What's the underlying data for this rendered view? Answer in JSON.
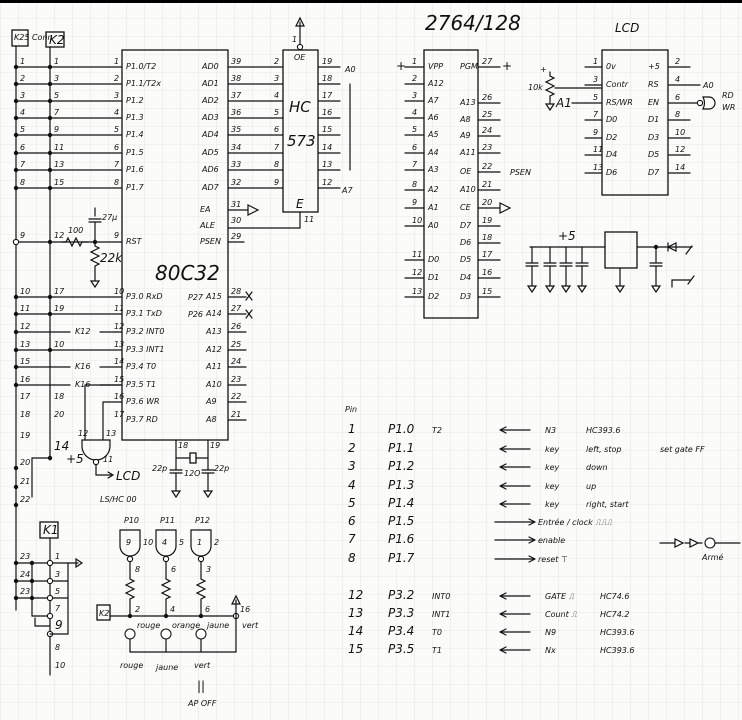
{
  "connectors": {
    "k25": "K25 Conn",
    "k2": "K2",
    "k1": "K1",
    "k2_bottom": "K2"
  },
  "conn_upper": {
    "col1": [
      "1",
      "2",
      "3",
      "4",
      "5",
      "6",
      "7",
      "8"
    ],
    "col2": [
      "1",
      "3",
      "5",
      "7",
      "9",
      "11",
      "13",
      "15"
    ]
  },
  "conn_lower": {
    "col1": [
      "9",
      "10",
      "11",
      "12",
      "13",
      "15",
      "16",
      "17",
      "18",
      "19",
      "20",
      "21",
      "22"
    ],
    "col2": [
      "12",
      "17",
      "19",
      "10",
      "18",
      "20",
      "14"
    ],
    "keys": [
      "K12",
      "K16",
      "K16"
    ]
  },
  "mcu": {
    "title": "80C32",
    "p1_labels": [
      "P1.0/T2",
      "P1.1/T2x",
      "P1.2",
      "P1.3",
      "P1.4",
      "P1.5",
      "P1.6",
      "P1.7"
    ],
    "p1_nums": [
      "1",
      "2",
      "3",
      "4",
      "5",
      "6",
      "7",
      "8"
    ],
    "rst": {
      "num": "9",
      "label": "RST"
    },
    "p3_labels": [
      "P3.0 RxD",
      "P3.1 TxD",
      "P3.2 INT0",
      "P3.3 INT1",
      "P3.4 T0",
      "P3.5 T1",
      "P3.6 WR",
      "P3.7 RD"
    ],
    "p3_nums": [
      "10",
      "11",
      "12",
      "13",
      "14",
      "15",
      "16",
      "17"
    ],
    "ad_labels": [
      "AD0",
      "AD1",
      "AD2",
      "AD3",
      "AD4",
      "AD5",
      "AD6",
      "AD7"
    ],
    "ad_nums": [
      "39",
      "38",
      "37",
      "36",
      "35",
      "34",
      "33",
      "32"
    ],
    "ea": {
      "label": "EA",
      "num": "31"
    },
    "ale": {
      "label": "ALE",
      "num": "30"
    },
    "psen": {
      "label": "PSEN",
      "num": "29"
    },
    "a_labels": [
      "A15",
      "A14",
      "A13",
      "A12",
      "A11",
      "A10",
      "A9",
      "A8"
    ],
    "a_nums": [
      "28",
      "27",
      "26",
      "25",
      "24",
      "23",
      "22",
      "21"
    ],
    "port_labels": [
      "P27",
      "P26"
    ]
  },
  "reset": {
    "r1": "100",
    "cap": "27µ",
    "r2": "22k",
    "vcc": "+5"
  },
  "gate": {
    "in1": "12",
    "in2": "13",
    "out": "11",
    "dest": "LCD",
    "part": "LS/HC 00"
  },
  "crystal": {
    "pin1": "18",
    "pin2": "19",
    "c1": "22p",
    "xtal": "12O",
    "c2": "22p"
  },
  "latch": {
    "title1": "HC",
    "title2": "573",
    "in_nums": [
      "2",
      "3",
      "4",
      "5",
      "6",
      "7",
      "8",
      "9"
    ],
    "out_nums": [
      "19",
      "18",
      "17",
      "16",
      "15",
      "14",
      "13",
      "12"
    ],
    "oe": "OE",
    "oe_num": "1",
    "e": "E",
    "e_num": "11",
    "a0": "A0",
    "a7": "A7"
  },
  "eprom": {
    "title": "2764/128",
    "left": [
      {
        "n": "1",
        "l": "VPP"
      },
      {
        "n": "2",
        "l": "A12"
      },
      {
        "n": "3",
        "l": "A7"
      },
      {
        "n": "4",
        "l": "A6"
      },
      {
        "n": "5",
        "l": "A5"
      },
      {
        "n": "6",
        "l": "A4"
      },
      {
        "n": "7",
        "l": "A3"
      },
      {
        "n": "8",
        "l": "A2"
      },
      {
        "n": "9",
        "l": "A1"
      },
      {
        "n": "10",
        "l": "A0"
      },
      {
        "n": "11",
        "l": "D0"
      },
      {
        "n": "12",
        "l": "D1"
      },
      {
        "n": "13",
        "l": "D2"
      }
    ],
    "right": [
      {
        "n": "27",
        "l": "PGM"
      },
      {
        "n": "26",
        "l": "A13"
      },
      {
        "n": "25",
        "l": "A8"
      },
      {
        "n": "24",
        "l": "A9"
      },
      {
        "n": "23",
        "l": "A11"
      },
      {
        "n": "22",
        "l": "OE"
      },
      {
        "n": "21",
        "l": "A10"
      },
      {
        "n": "20",
        "l": "CE"
      },
      {
        "n": "19",
        "l": "D7"
      },
      {
        "n": "18",
        "l": "D6"
      },
      {
        "n": "17",
        "l": "D5"
      },
      {
        "n": "16",
        "l": "D4"
      },
      {
        "n": "15",
        "l": "D3"
      }
    ],
    "vpp_plus": "+",
    "pgm_plus": "+",
    "oe_signal": "PSEN"
  },
  "lcd": {
    "title": "LCD",
    "left": [
      {
        "n": "1",
        "l": "0v"
      },
      {
        "n": "3",
        "l": "Contr"
      },
      {
        "n": "5",
        "l": "RS/WR"
      },
      {
        "n": "7",
        "l": "D0"
      },
      {
        "n": "9",
        "l": "D2"
      },
      {
        "n": "11",
        "l": "D4"
      },
      {
        "n": "13",
        "l": "D6"
      }
    ],
    "right": [
      {
        "n": "2",
        "l": "+5"
      },
      {
        "n": "4",
        "l": "RS"
      },
      {
        "n": "6",
        "l": "EN"
      },
      {
        "n": "8",
        "l": "D1"
      },
      {
        "n": "10",
        "l": "D3"
      },
      {
        "n": "12",
        "l": "D5"
      },
      {
        "n": "14",
        "l": "D7"
      }
    ],
    "pot": "10k",
    "pot_plus": "+",
    "a1": "A1",
    "a0": "A0",
    "rd": "RD",
    "wr": "WR"
  },
  "psu": {
    "vcc": "+5"
  },
  "pin_table": {
    "header": "Pin",
    "rows": [
      {
        "pin": "1",
        "port": "P1.0",
        "alt": "T2",
        "dir": "in",
        "sig": "N3",
        "info": "HC393.6",
        "extra": ""
      },
      {
        "pin": "2",
        "port": "P1.1",
        "alt": "",
        "dir": "in",
        "sig": "key",
        "info": "left, stop",
        "extra": "set gate FF"
      },
      {
        "pin": "3",
        "port": "P1.2",
        "alt": "",
        "dir": "in",
        "sig": "key",
        "info": "down",
        "extra": ""
      },
      {
        "pin": "4",
        "port": "P1.3",
        "alt": "",
        "dir": "in",
        "sig": "key",
        "info": "up",
        "extra": ""
      },
      {
        "pin": "5",
        "port": "P1.4",
        "alt": "",
        "dir": "in",
        "sig": "key",
        "info": "right, start",
        "extra": ""
      },
      {
        "pin": "6",
        "port": "P1.5",
        "alt": "",
        "dir": "out",
        "sig": "Entrée / clock ⎍⎍⎍",
        "info": "",
        "extra": ""
      },
      {
        "pin": "7",
        "port": "P1.6",
        "alt": "",
        "dir": "out",
        "sig": "enable",
        "info": "",
        "extra": ""
      },
      {
        "pin": "8",
        "port": "P1.7",
        "alt": "",
        "dir": "out",
        "sig": "reset ⊤",
        "info": "",
        "extra": ""
      },
      {
        "pin": "12",
        "port": "P3.2",
        "alt": "INT0",
        "dir": "in",
        "sig": "GATE ⎍",
        "info": "HC74.6",
        "extra": ""
      },
      {
        "pin": "13",
        "port": "P3.3",
        "alt": "INT1",
        "dir": "in",
        "sig": "Count ⎍",
        "info": "HC74.2",
        "extra": ""
      },
      {
        "pin": "14",
        "port": "P3.4",
        "alt": "T0",
        "dir": "in",
        "sig": "N9",
        "info": "HC393.6",
        "extra": ""
      },
      {
        "pin": "15",
        "port": "P3.5",
        "alt": "T1",
        "dir": "in",
        "sig": "Nx",
        "info": "HC393.6",
        "extra": ""
      }
    ],
    "armed_label": "Armé"
  },
  "leds": {
    "gate_labels": [
      "P10",
      "P11",
      "P12"
    ],
    "gate_pins": [
      [
        "9",
        "10",
        "8"
      ],
      [
        "4",
        "5",
        "6"
      ],
      [
        "1",
        "2",
        "3"
      ]
    ],
    "k1_pins": [
      "1",
      "3",
      "5",
      "7",
      "9",
      "8",
      "10"
    ],
    "k1_left": [
      "23",
      "24",
      "23"
    ],
    "node_pins": [
      "2",
      "4",
      "6",
      "16"
    ],
    "led_colors": [
      "rouge",
      "orange",
      "jaune",
      "vert"
    ],
    "bottom_labels": [
      "rouge",
      "jaune",
      "vert"
    ],
    "equals": "||",
    "ap_off": "AP OFF"
  }
}
